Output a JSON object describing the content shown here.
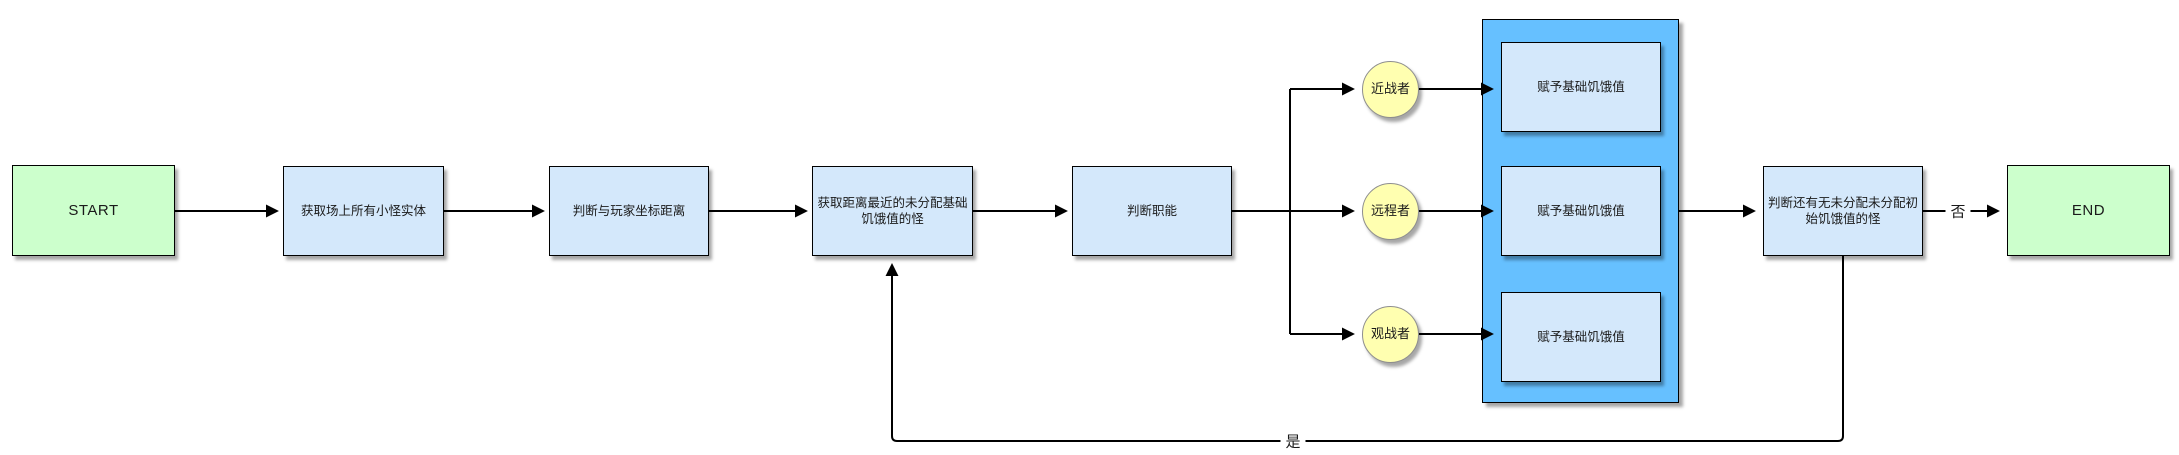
{
  "nodes": {
    "start": {
      "label": "START"
    },
    "get_entities": {
      "label": "获取场上所有小怪实体"
    },
    "judge_distance": {
      "label": "判断与玩家坐标距离"
    },
    "get_nearest": {
      "label": "获取距离最近的未分配基础饥饿值的怪"
    },
    "judge_role": {
      "label": "判断职能"
    },
    "melee": {
      "label": "近战者"
    },
    "ranged": {
      "label": "远程者"
    },
    "spectator": {
      "label": "观战者"
    },
    "assign_melee": {
      "label": "赋予基础饥饿值"
    },
    "assign_ranged": {
      "label": "赋予基础饥饿值"
    },
    "assign_spectator": {
      "label": "赋予基础饥饿值"
    },
    "judge_remaining": {
      "label": "判断还有无未分配未分配初始饥饿值的怪"
    },
    "end": {
      "label": "END"
    }
  },
  "edges": {
    "no_label": "否",
    "yes_label": "是"
  },
  "colors": {
    "terminal_fill": "#ccffcc",
    "process_fill": "#d4e8fb",
    "container_fill": "#66c0ff",
    "decision_fill": "#ffffb0",
    "border": "#000000",
    "line": "#000000",
    "text": "#1a1a1a"
  }
}
